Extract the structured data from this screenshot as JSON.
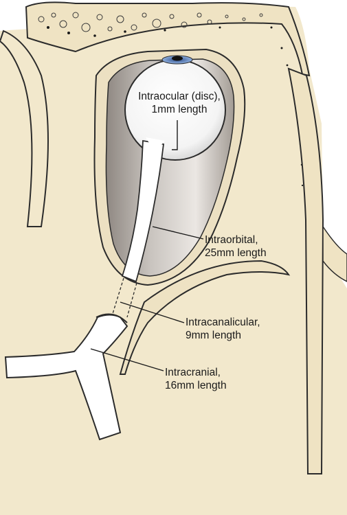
{
  "labels": {
    "intraocular": {
      "line1": "Intraocular (disc),",
      "line2": "1mm length"
    },
    "intraorbital": {
      "line1": "Intraorbital,",
      "line2": "25mm length"
    },
    "intracanalicular": {
      "line1": "Intracanalicular,",
      "line2": "9mm length"
    },
    "intracranial": {
      "line1": "Intracranial,",
      "line2": "16mm length"
    }
  },
  "colors": {
    "bone": "#f2e8cc",
    "orbit_shadow": "#9e9790",
    "orbit_light": "#e6e1dc",
    "nerve": "#ffffff",
    "outline": "#2b2b2b",
    "iris": "#5b84c4"
  }
}
